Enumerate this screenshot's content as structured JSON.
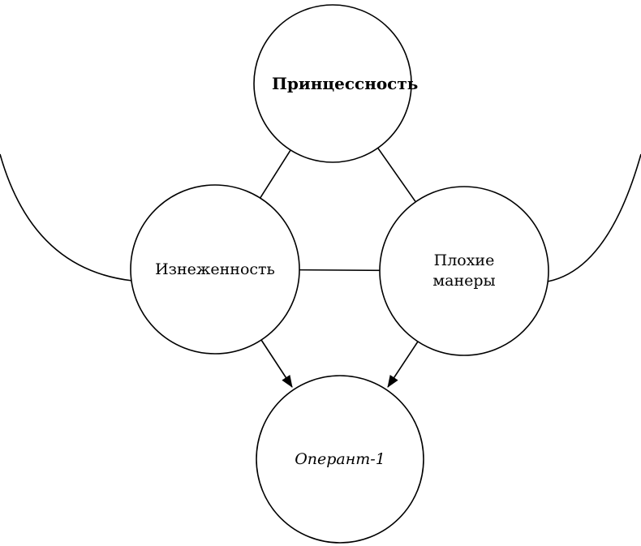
{
  "diagram": {
    "type": "concept-graph",
    "colors": {
      "background": "#ffffff",
      "stroke": "#000000",
      "text": "#000000"
    },
    "nodes": [
      {
        "id": "princess",
        "label": "Принцессность",
        "style": "bold"
      },
      {
        "id": "effeminacy",
        "label": "Изнеженность",
        "style": "normal"
      },
      {
        "id": "bad-manners",
        "label": "Плохие манеры",
        "style": "normal"
      },
      {
        "id": "operant-1",
        "label": "Оперант-1",
        "style": "italic"
      }
    ],
    "edges": [
      {
        "from": "Принцессность",
        "to": "Изнеженность",
        "style": "line"
      },
      {
        "from": "Принцессность",
        "to": "Плохие манеры",
        "style": "line"
      },
      {
        "from": "Изнеженность",
        "to": "Плохие манеры",
        "style": "line"
      },
      {
        "from": "Изнеженность",
        "to": "Оперант-1",
        "style": "arrow"
      },
      {
        "from": "Плохие манеры",
        "to": "Оперант-1",
        "style": "arrow"
      },
      {
        "from": "offscreen-left",
        "to": "Изнеженность",
        "style": "curve"
      },
      {
        "from": "offscreen-right",
        "to": "Плохие манеры",
        "style": "curve"
      }
    ]
  }
}
